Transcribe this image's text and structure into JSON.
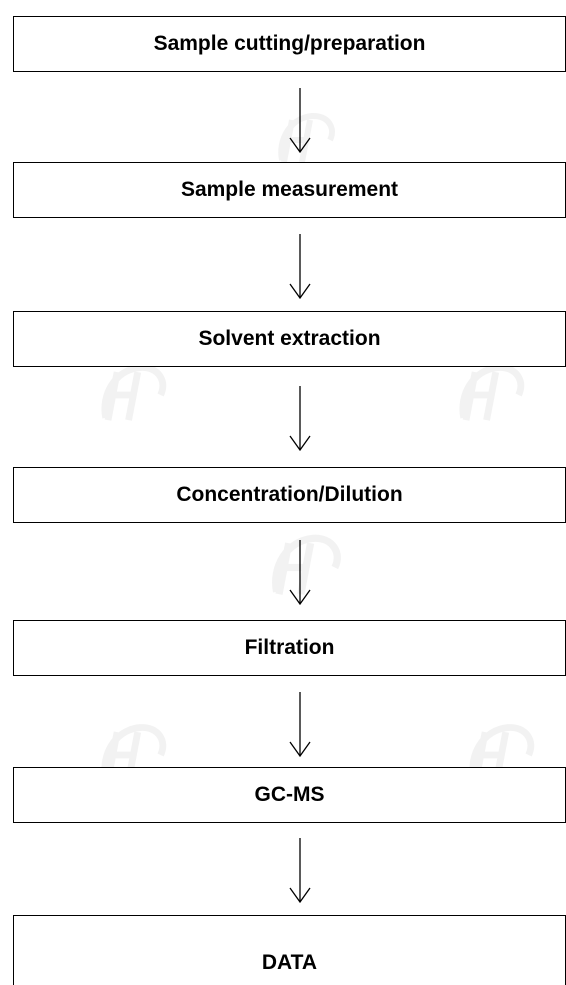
{
  "diagram": {
    "steps": [
      "Sample cutting/preparation",
      "Sample measurement",
      "Solvent extraction",
      "Concentration/Dilution",
      "Filtration",
      "GC-MS",
      "DATA"
    ]
  },
  "colors": {
    "line": "#000000",
    "background": "#ffffff",
    "watermark": "#8a8a8a"
  }
}
